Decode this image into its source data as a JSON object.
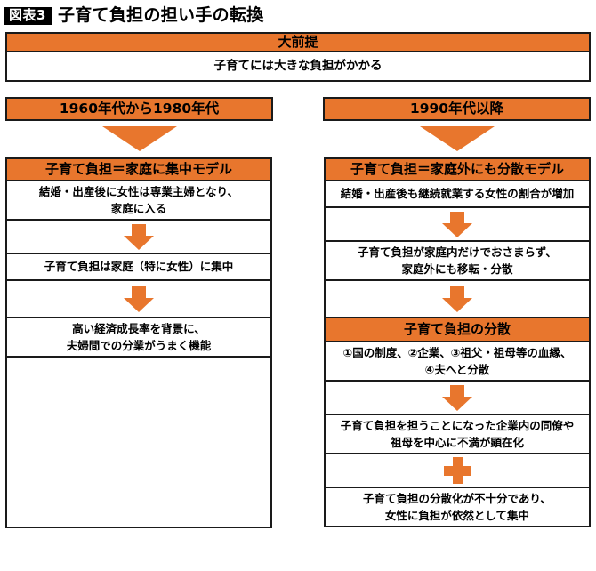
{
  "title": {
    "badge": "図表3",
    "text": "子育て負担の担い手の転換"
  },
  "premise": {
    "header": "大前提",
    "body": "子育てには大きな負担がかかる"
  },
  "eras": {
    "left": "1960年代から1980年代",
    "right": "1990年代以降"
  },
  "left_column": {
    "model_header": "子育て負担＝家庭に集中モデル",
    "step1_line1": "結婚・出産後に女性は専業主婦となり、",
    "step1_line2": "家庭に入る",
    "step2": "子育て負担は家庭（特に女性）に集中",
    "step3_line1": "高い経済成長率を背景に、",
    "step3_line2": "夫婦間での分業がうまく機能"
  },
  "right_column": {
    "model_header": "子育て負担＝家庭外にも分散モデル",
    "step1": "結婚・出産後も継続就業する女性の割合が増加",
    "step2_line1": "子育て負担が家庭内だけでおさまらず、",
    "step2_line2": "家庭外にも移転・分散",
    "dispersal_header": "子育て負担の分散",
    "dispersal_line1": "①国の制度、②企業、③祖父・祖母等の血縁、",
    "dispersal_line2": "④夫へと分散",
    "step4_line1": "子育て負担を担うことになった企業内の同僚や",
    "step4_line2": "祖母を中心に不満が顕在化",
    "step5_line1": "子育て負担の分散化が不十分であり、",
    "step5_line2": "女性に負担が依然として集中"
  },
  "icons": {
    "arrow_down": "arrow-down-icon",
    "triangle_down": "triangle-down-icon",
    "plus": "plus-icon"
  },
  "colors": {
    "accent_orange": "#E8762D",
    "border_black": "#1a1a1a",
    "badge_black": "#000000"
  }
}
